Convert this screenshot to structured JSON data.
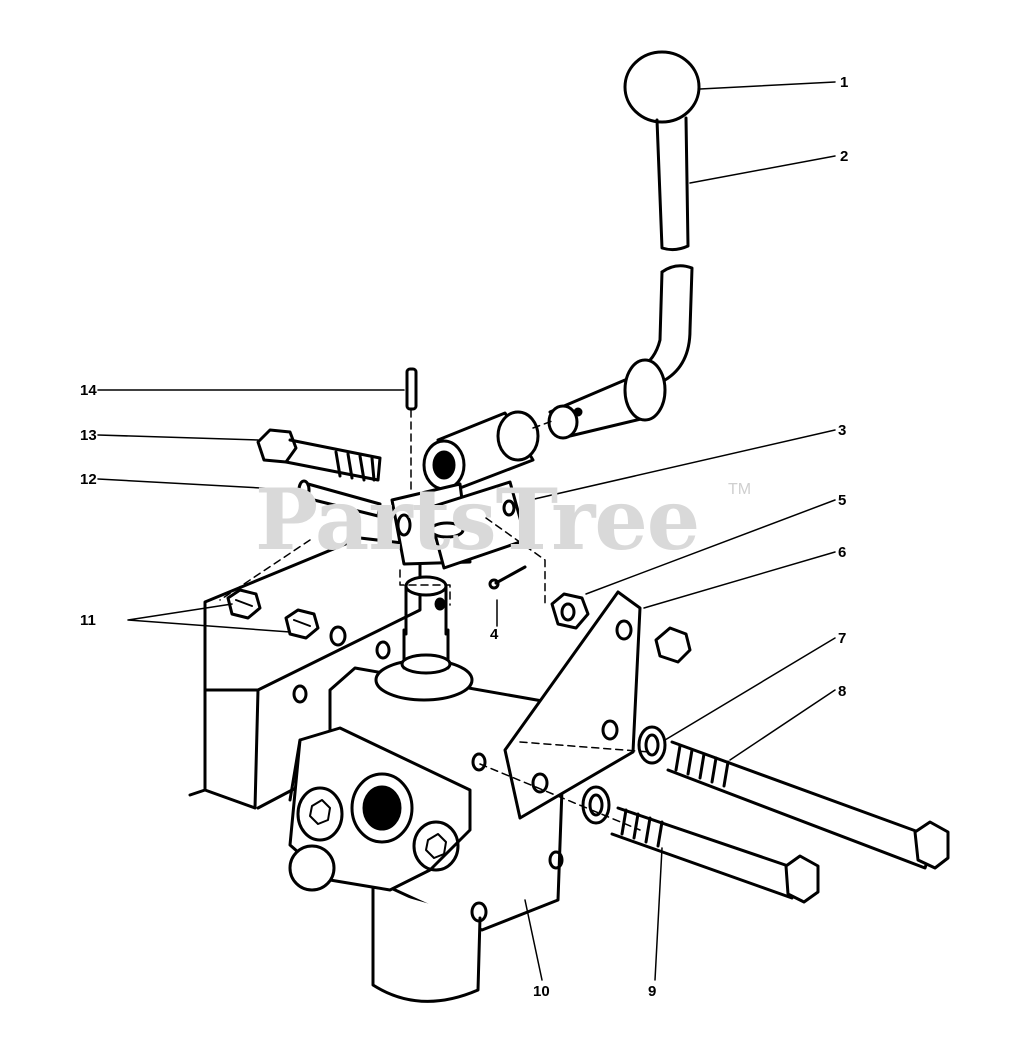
{
  "watermark": {
    "text": "PartsTree",
    "tm": "TM"
  },
  "callouts": [
    "1",
    "2",
    "3",
    "4",
    "5",
    "6",
    "7",
    "8",
    "9",
    "10",
    "11",
    "12",
    "13",
    "14"
  ]
}
